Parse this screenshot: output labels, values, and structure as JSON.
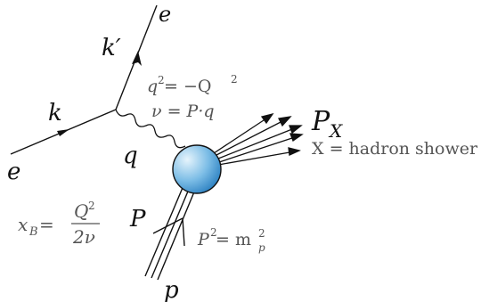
{
  "particles": {
    "e_in": "e",
    "e_out": "e",
    "k": "k",
    "k_prime": "k′",
    "q": "q",
    "P": "P",
    "p": "p",
    "P_X_base": "P",
    "P_X_sub": "X"
  },
  "equations": {
    "q2_lhs": "q",
    "q2_exp": "2",
    "q2_rhs": " = −Q",
    "q2_rhs_exp": "2",
    "nu": "ν = P·q",
    "x_hadron": "X = hadron shower",
    "xB_lhs": "x",
    "xB_sub": "B",
    "xB_eq": " =",
    "xB_num": "Q",
    "xB_num_exp": "2",
    "xB_den": "2ν",
    "P2_base": "P",
    "P2_exp": "2",
    "P2_eq": " = m",
    "P2_sub": "p",
    "P2_sup": "2"
  },
  "colors": {
    "blob_light": "#dff1fb",
    "blob_dark": "#2f86c6",
    "line": "#111111"
  }
}
